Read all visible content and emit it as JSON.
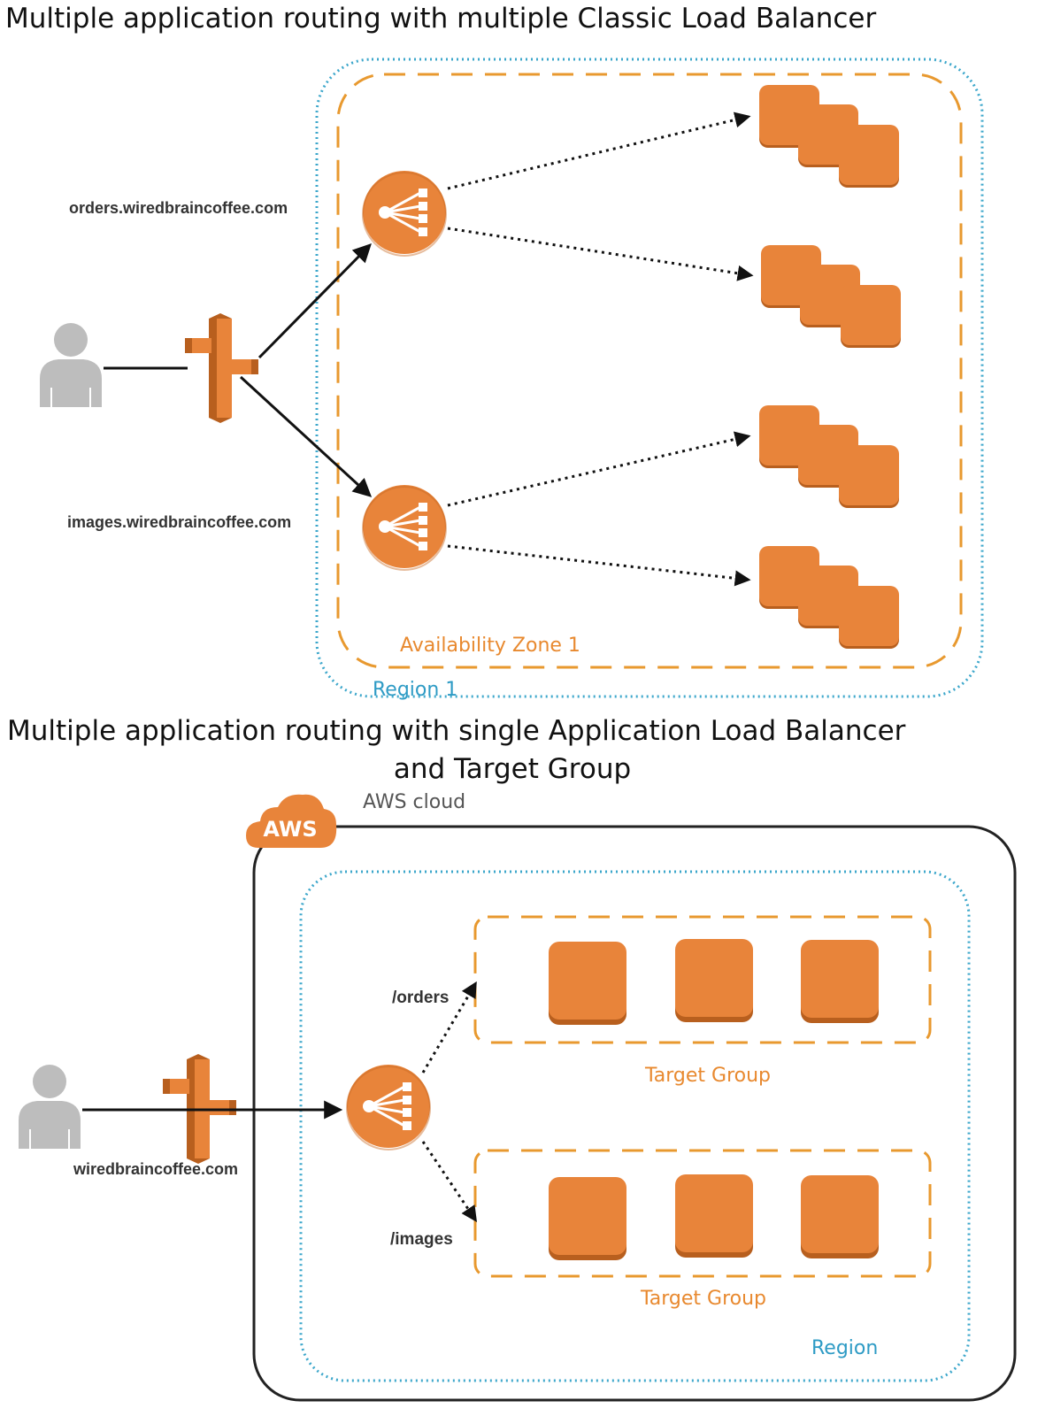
{
  "diagram_top": {
    "title": "Multiple application routing with multiple Classic Load Balancer",
    "labels": {
      "domain_orders": "orders.wiredbraincoffee.com",
      "domain_images": "images.wiredbraincoffee.com",
      "availability_zone": "Availability Zone 1",
      "region": "Region 1"
    }
  },
  "diagram_bottom": {
    "title_line1": "Multiple application routing with single Application Load Balancer",
    "title_line2": "and Target Group",
    "labels": {
      "aws_badge": "AWS",
      "aws_cloud": "AWS cloud",
      "domain": "wiredbraincoffee.com",
      "path_orders": "/orders",
      "path_images": "/images",
      "target_group_1": "Target Group",
      "target_group_2": "Target Group",
      "region": "Region"
    }
  },
  "colors": {
    "aws_orange": "#E8843A",
    "aws_orange_dark": "#B85F1E",
    "zone_dash": "#E8992F",
    "region_dots": "#3DA7CB",
    "user_gray": "#BDBDBD"
  },
  "icons": [
    "user-icon",
    "route53-icon",
    "load-balancer-icon",
    "instance-stack-icon",
    "instance-icon",
    "aws-cloud-icon"
  ]
}
